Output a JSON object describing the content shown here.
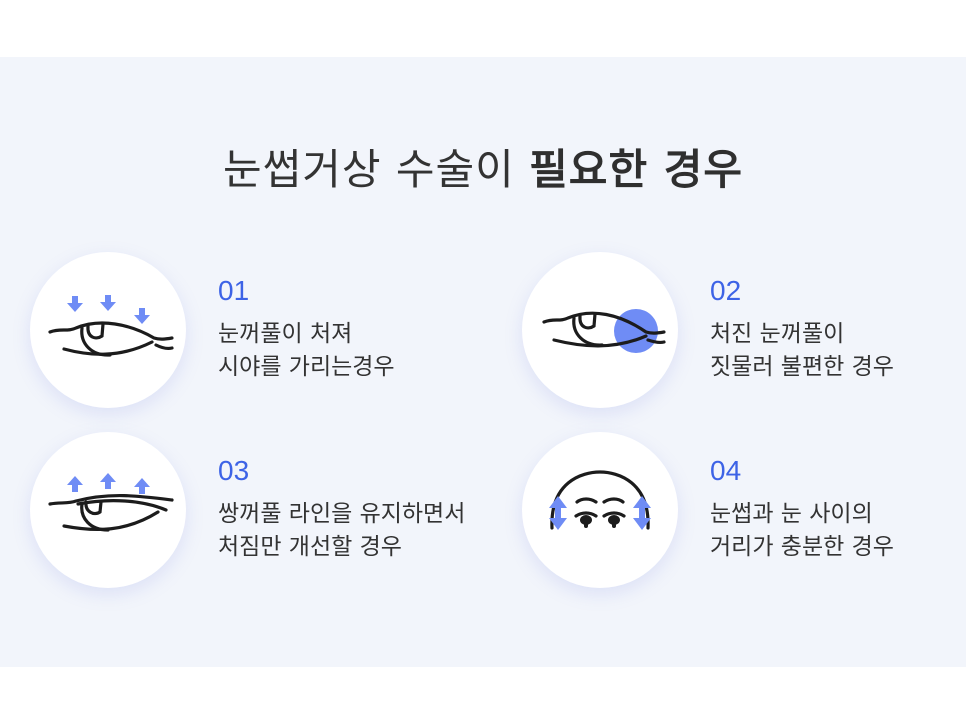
{
  "title": {
    "light": "눈썹거상 수술이 ",
    "bold": "필요한 경우"
  },
  "accent_color": "#3d63e6",
  "icon_color": "#6f8cf5",
  "cards": [
    {
      "number": "01",
      "line1": "눈꺼풀이 처져",
      "line2": "시야를 가리는경우",
      "icon": "eye-down-arrows-icon"
    },
    {
      "number": "02",
      "line1": "처진 눈꺼풀이",
      "line2": "짓물러 불편한 경우",
      "icon": "eye-corner-highlight-icon"
    },
    {
      "number": "03",
      "line1": "쌍꺼풀 라인을 유지하면서",
      "line2": "처짐만 개선할 경우",
      "icon": "eye-up-arrows-icon"
    },
    {
      "number": "04",
      "line1": "눈썹과 눈 사이의",
      "line2": "거리가 충분한 경우",
      "icon": "face-brow-distance-icon"
    }
  ]
}
